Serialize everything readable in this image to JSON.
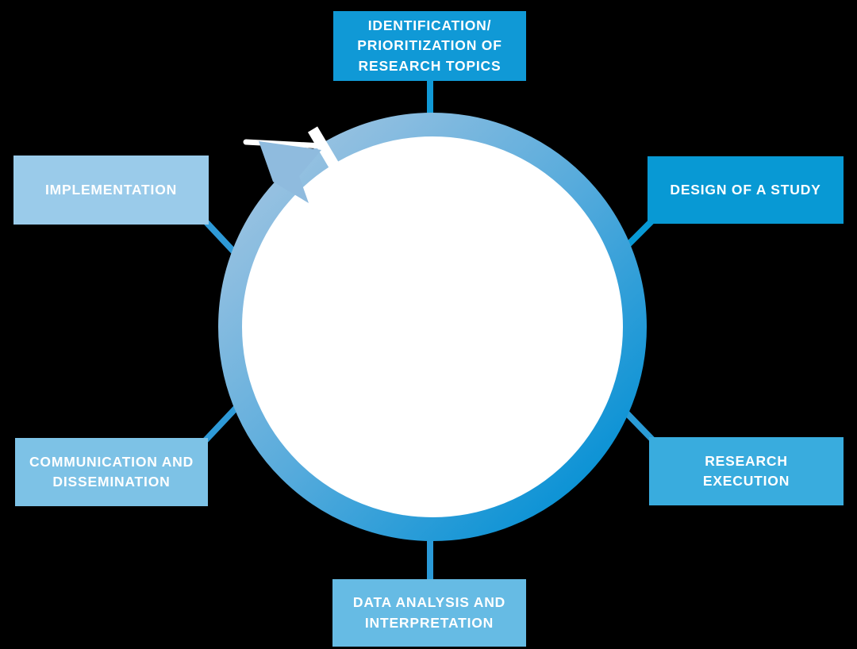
{
  "title": "Research cycle diagram",
  "background_color": "#000000",
  "diagram": {
    "ring": {
      "fill": "#ffffff",
      "gradient": [
        "#96c1e1",
        "#57abdc",
        "#0d93d5"
      ],
      "direction": "light at top-left (arrow) to dark at bottom-right",
      "arrow_color": "#8fbbde",
      "arrow_meaning": "clockwise-cycle-arrow"
    },
    "boxes": [
      {
        "id": "identification",
        "label": "IDENTIFICATION/ PRIORITIZATION OF RESEARCH TOPICS",
        "label_lines": [
          "IDENTIFICATION/",
          "PRIORITIZATION OF",
          "RESEARCH TOPICS"
        ],
        "color": "#1099d6",
        "text_color": "#ffffff",
        "connector_color": "#1099d6",
        "position": "top"
      },
      {
        "id": "design",
        "label": "DESIGN OF A STUDY",
        "label_lines": [
          "DESIGN OF A STUDY"
        ],
        "color": "#0899d4",
        "text_color": "#ffffff",
        "connector_color": "#0899d4",
        "position": "right-top"
      },
      {
        "id": "research-execution",
        "label": "RESEARCH EXECUTION",
        "label_lines": [
          "RESEARCH",
          "EXECUTION"
        ],
        "color": "#39acde",
        "text_color": "#ffffff",
        "connector_color": "#2a9bd6",
        "position": "right-bottom"
      },
      {
        "id": "data-analysis",
        "label": "DATA ANALYSIS AND INTERPRETATION",
        "label_lines": [
          "DATA ANALYSIS AND",
          "INTERPRETATION"
        ],
        "color": "#66bbe4",
        "text_color": "#ffffff",
        "connector_color": "#2a9ad8",
        "position": "bottom"
      },
      {
        "id": "communication",
        "label": "COMMUNICATION AND DISSEMINATION",
        "label_lines": [
          "COMMUNICATION AND",
          "DISSEMINATION"
        ],
        "color": "#7dc2e6",
        "text_color": "#ffffff",
        "connector_color": "#2e9ad8",
        "position": "left-bottom"
      },
      {
        "id": "implementation",
        "label": "IMPLEMENTATION",
        "label_lines": [
          "IMPLEMENTATION"
        ],
        "color": "#9acbea",
        "text_color": "#ffffff",
        "connector_color": "#2e9ad8",
        "position": "left-top"
      }
    ]
  }
}
